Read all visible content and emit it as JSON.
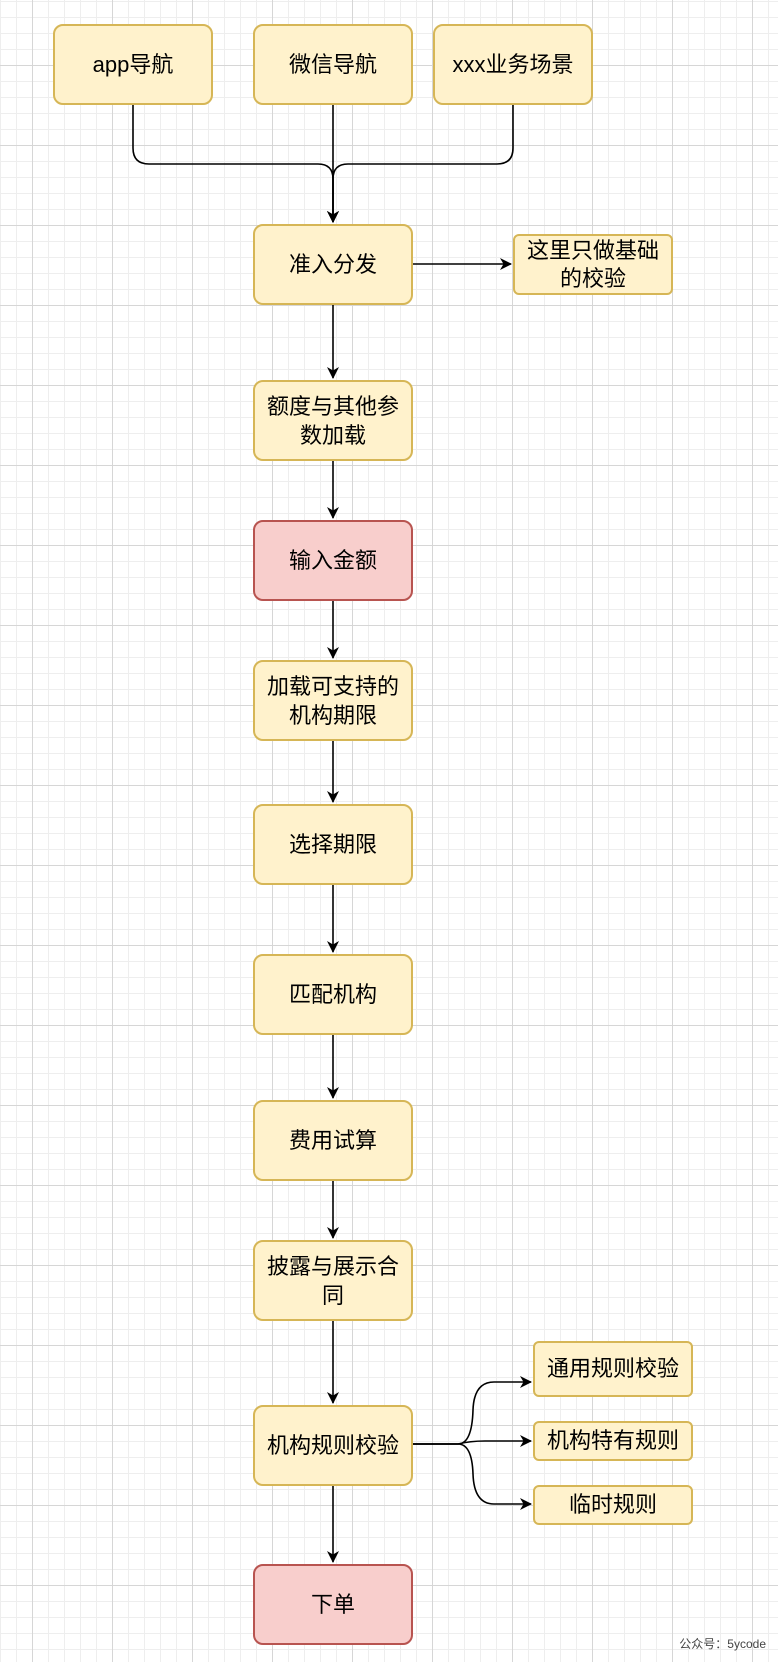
{
  "diagram": {
    "colors": {
      "node_fill": "#fff2cc",
      "node_border": "#d6b656",
      "highlight_fill": "#f8cecc",
      "highlight_border": "#b85450",
      "edge": "#000000"
    },
    "sources": {
      "app_nav": "app导航",
      "wechat_nav": "微信导航",
      "xxx_scene": "xxx业务场景"
    },
    "steps": {
      "admission_dispatch": "准入分发",
      "basic_check_note": "这里只做基础的校验",
      "load_quota_params": "额度与其他参数加载",
      "input_amount": "输入金额",
      "load_institution_terms": "加载可支持的机构期限",
      "select_term": "选择期限",
      "match_institution": "匹配机构",
      "fee_calculation": "费用试算",
      "disclose_contract": "披露与展示合同",
      "institution_rule_check": "机构规则校验",
      "general_rule_check": "通用规则校验",
      "institution_specific_rules": "机构特有规则",
      "temporary_rules": "临时规则",
      "place_order": "下单"
    },
    "edges": [
      [
        "app_nav",
        "admission_dispatch"
      ],
      [
        "wechat_nav",
        "admission_dispatch"
      ],
      [
        "xxx_scene",
        "admission_dispatch"
      ],
      [
        "admission_dispatch",
        "basic_check_note"
      ],
      [
        "admission_dispatch",
        "load_quota_params"
      ],
      [
        "load_quota_params",
        "input_amount"
      ],
      [
        "input_amount",
        "load_institution_terms"
      ],
      [
        "load_institution_terms",
        "select_term"
      ],
      [
        "select_term",
        "match_institution"
      ],
      [
        "match_institution",
        "fee_calculation"
      ],
      [
        "fee_calculation",
        "disclose_contract"
      ],
      [
        "disclose_contract",
        "institution_rule_check"
      ],
      [
        "institution_rule_check",
        "general_rule_check"
      ],
      [
        "institution_rule_check",
        "institution_specific_rules"
      ],
      [
        "institution_rule_check",
        "temporary_rules"
      ],
      [
        "institution_rule_check",
        "place_order"
      ]
    ]
  },
  "watermark": "公众号：5ycode"
}
